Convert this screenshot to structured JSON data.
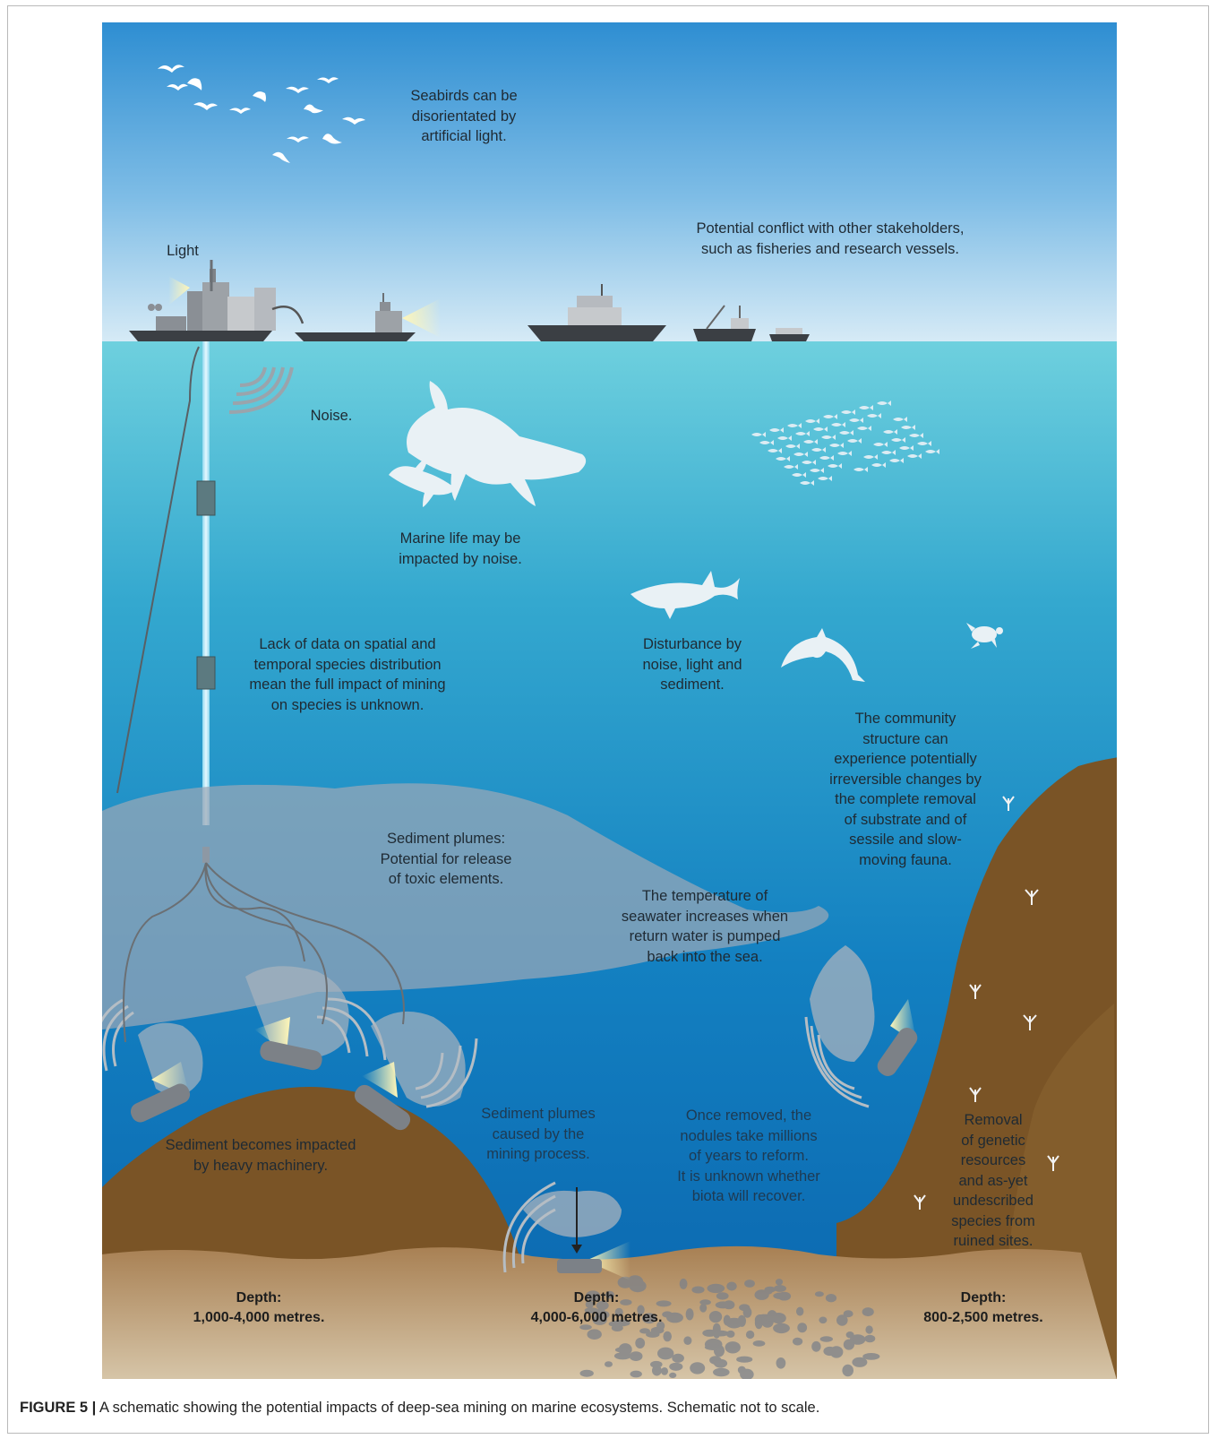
{
  "labels": {
    "seabirds": "Seabirds can be\ndisorientated by\nartificial light.",
    "light": "Light",
    "conflict": "Potential conflict with other stakeholders,\nsuch as fisheries and research vessels.",
    "noise": "Noise.",
    "marine_life": "Marine life may be\nimpacted by noise.",
    "lack_of_data": "Lack of data on spatial and\ntemporal species distribution\nmean the full impact of mining\non species is unknown.",
    "disturbance": "Disturbance by\nnoise, light and\nsediment.",
    "community": "The community\nstructure can\nexperience potentially\nirreversible changes by\nthe complete removal\nof substrate and of\nsessile and slow-\nmoving fauna.",
    "plumes_toxic": "Sediment plumes:\nPotential for release\nof toxic elements.",
    "temperature": "The temperature of\nseawater increases when\nreturn water is pumped\nback into the sea.",
    "sediment_impacted": "Sediment becomes impacted\nby heavy machinery.",
    "plumes_caused": "Sediment plumes\ncaused by the\nmining process.",
    "nodules": "Once removed, the\nnodules take millions\nof years to reform.\nIt is unknown whether\nbiota will recover.",
    "genetic": "Removal\nof genetic\nresources\nand as-yet\nundescribed\nspecies from\nruined sites.",
    "depth_left": "Depth:\n1,000-4,000 metres.",
    "depth_mid": "Depth:\n4,000-6,000 metres.",
    "depth_right": "Depth:\n800-2,500 metres."
  },
  "caption": {
    "figure": "FIGURE 5 |",
    "text": " A schematic showing the potential impacts of deep-sea mining on marine ecosystems. Schematic not to scale."
  },
  "colors": {
    "sky_top": "#2f8fd3",
    "sky_bottom": "#cfe6f4",
    "sea_top": "#6fd0de",
    "sea_bottom": "#0b66b0",
    "seabed": "#7a5426",
    "seabed_light": "#a07a45",
    "plume": "#8b9fb3",
    "light_beam": "#f6e79a",
    "vessel": "#3d4247"
  },
  "icons": [
    "bird-icon",
    "ship-icon",
    "whale-icon",
    "fish-school-icon",
    "shark-icon",
    "dolphin-icon",
    "turtle-icon",
    "coral-icon",
    "mining-vehicle-icon",
    "noise-wave-icon"
  ]
}
